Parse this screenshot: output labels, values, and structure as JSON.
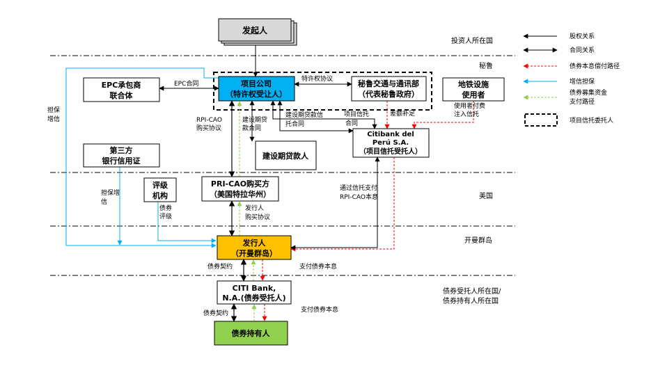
{
  "nodes": {
    "initiator": "发起人",
    "epc": [
      "EPC承包商",
      "联合体"
    ],
    "project_company": [
      "项目公司",
      "（特许权受让人）"
    ],
    "ministry": [
      "秘鲁交通与通讯部",
      "（代表秘鲁政府）"
    ],
    "metro_users": [
      "地铁设施",
      "使用者"
    ],
    "citibank_peru": [
      "Citibank del",
      "Perú S.A.",
      "（项目信托受托人）"
    ],
    "construction_lender": "建设期贷款人",
    "third_party_lc": [
      "第三方",
      "银行信用证"
    ],
    "rating_agency": [
      "评级",
      "机构"
    ],
    "pri_cao_buyer": [
      "PRI-CAO购买方",
      "（美国特拉华州）"
    ],
    "issuer": [
      "发行人",
      "（开曼群岛）"
    ],
    "citi_bank_na": [
      "CITI Bank,",
      "N.A.(债券受托人)"
    ],
    "bondholders": "债券持有人"
  },
  "labels": {
    "epc_contract": "EPC合同",
    "concession_agreement": "特许权协议",
    "rpi_cao_agreement": [
      "RPI-CAO",
      "购买协议"
    ],
    "construction_loan_contract": [
      "建设期贷",
      "款合同"
    ],
    "construction_loan_trust_contract": [
      "建设期贷款信",
      "托合同"
    ],
    "project_trust_contract": [
      "项目信托",
      "合同"
    ],
    "shortfall_subsidy": "差额补足",
    "user_fee_trust": [
      "使用者付费",
      "注入信托"
    ],
    "guarantee_enhance_left": [
      "担保",
      "增信"
    ],
    "guarantee_enhance_mid": [
      "担保增",
      "信"
    ],
    "bond_rating": [
      "债券",
      "评级"
    ],
    "issuer_purchase_agreement": [
      "发行人",
      "购买协议"
    ],
    "trust_pay_rpi": [
      "通过信托支付",
      "RPI-CAO本息"
    ],
    "bond_contract_1": "债券契约",
    "pay_bond_1": "支付债券本息",
    "bond_contract_2": "债券契约",
    "pay_bond_2": "支付债券本息"
  },
  "regions": {
    "investor_country": "投资人所在国",
    "peru": "秘鲁",
    "usa": "美国",
    "cayman": "开曼群岛",
    "trustee_holder_country": [
      "债券受托人所在国/",
      "债券持有人所在国"
    ]
  },
  "legend": {
    "equity": "股权关系",
    "contract": "合同关系",
    "repayment": "债券本息偿付路径",
    "credit_enhance": "增信担保",
    "fund_payment": [
      "债券募集资金",
      "支付路径"
    ],
    "trust_settlor": "项目信托委托人"
  },
  "colors": {
    "project_company_fill": "#00b0f0",
    "issuer_fill": "#ffc000",
    "bondholder_fill": "#92d050",
    "initiator_fill": "#d9d9d9",
    "repayment_line": "#ff0000",
    "credit_line": "#00b0f0",
    "fund_line": "#92d050"
  }
}
